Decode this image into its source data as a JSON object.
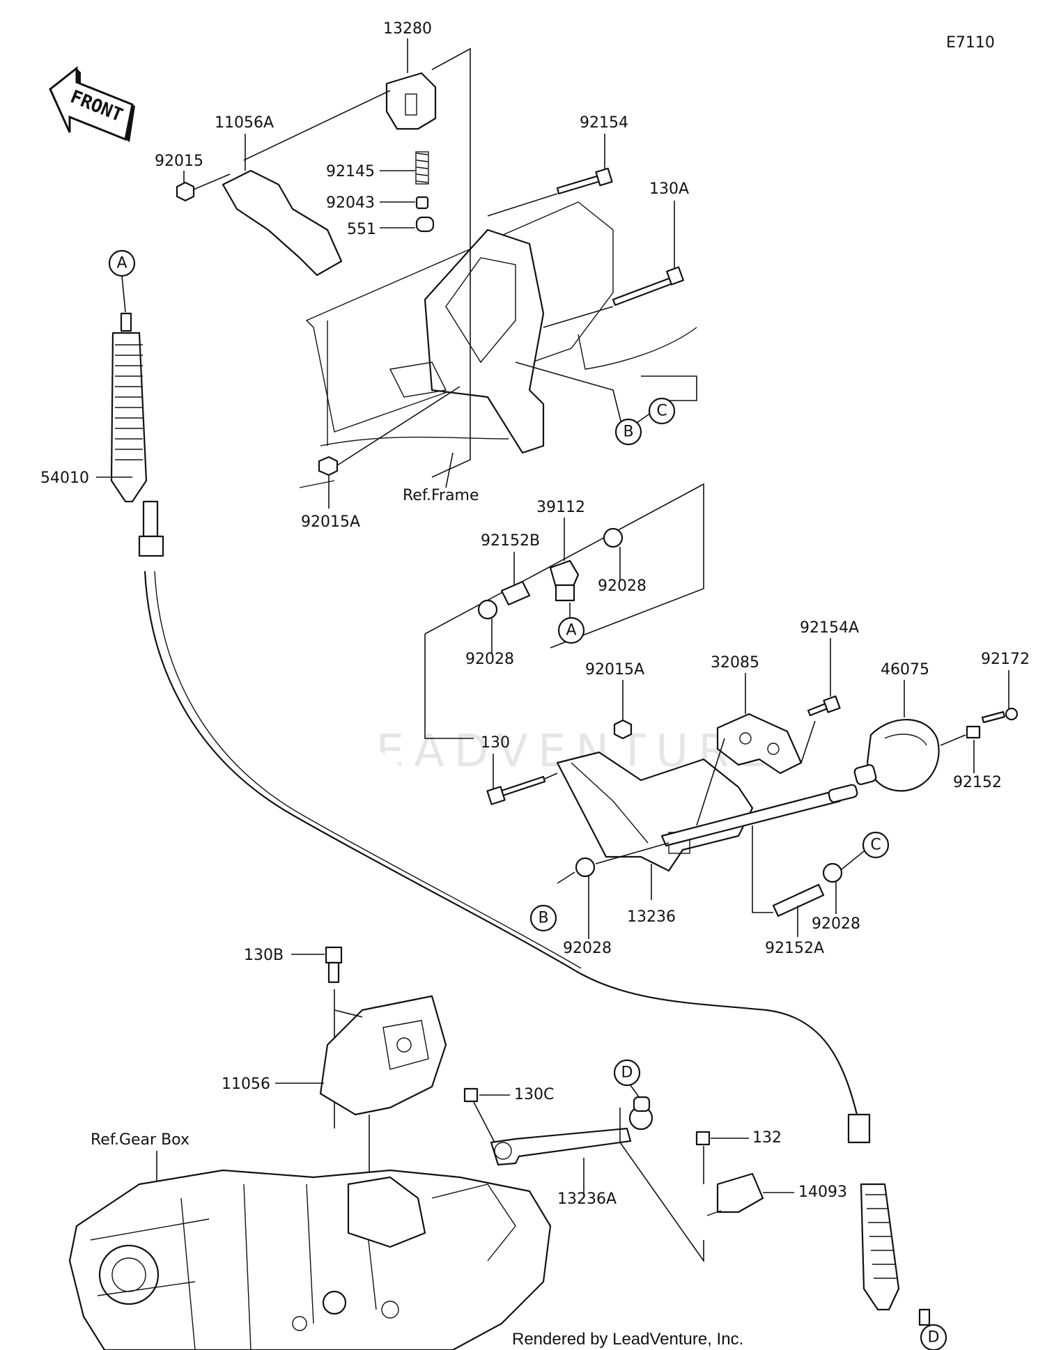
{
  "diagram_code": "E7110",
  "front_label": "FRONT",
  "watermark": "LEADVENTURE",
  "footer_credit": "Rendered by LeadVenture, Inc.",
  "ref_labels": {
    "frame": "Ref.Frame",
    "gear_box": "Ref.Gear Box"
  },
  "callout_letters": {
    "a1": "A",
    "a2": "A",
    "b1": "B",
    "b2": "B",
    "c1": "C",
    "c2": "C",
    "d1": "D",
    "d2": "D"
  },
  "parts": {
    "p13280": "13280",
    "p11056A": "11056A",
    "p92015": "92015",
    "p92145": "92145",
    "p92043": "92043",
    "p551": "551",
    "p92154": "92154",
    "p130A": "130A",
    "p54010": "54010",
    "p92015A_top": "92015A",
    "p39112": "39112",
    "p92152B": "92152B",
    "p92028_a": "92028",
    "p92028_b": "92028",
    "p92154A": "92154A",
    "p32085": "32085",
    "p46075": "46075",
    "p92172": "92172",
    "p92015A_mid": "92015A",
    "p130": "130",
    "p92152": "92152",
    "p13236": "13236",
    "p92028_c": "92028",
    "p92028_d": "92028",
    "p92152A": "92152A",
    "p130B": "130B",
    "p11056": "11056",
    "p130C": "130C",
    "p132": "132",
    "p13236A": "13236A",
    "p14093": "14093"
  }
}
